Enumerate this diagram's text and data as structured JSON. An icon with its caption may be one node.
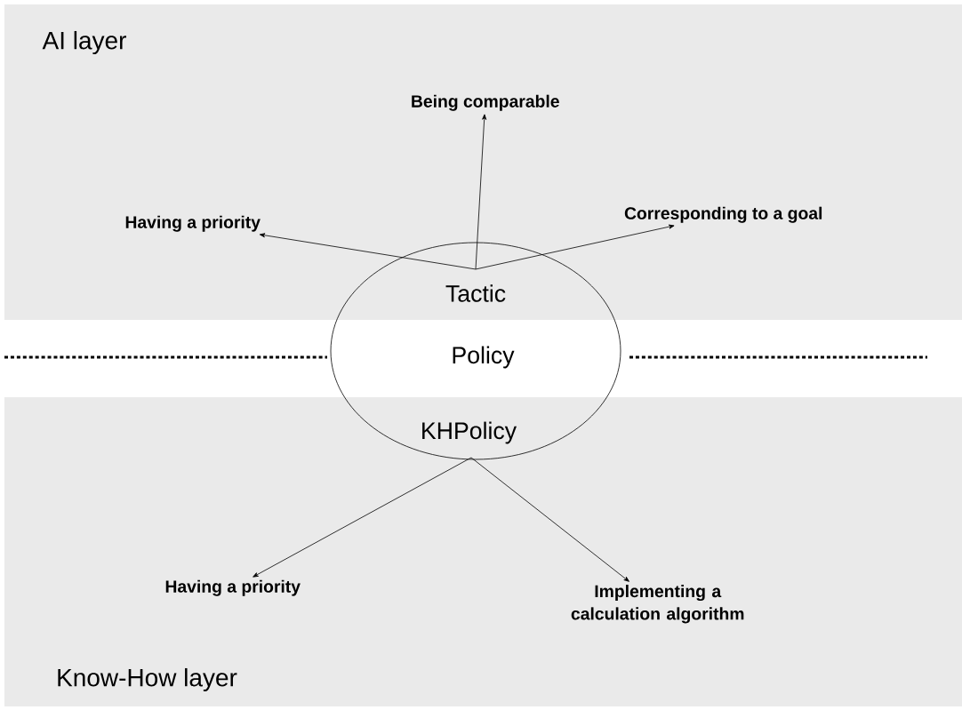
{
  "diagram": {
    "nodes": [
      {
        "text": [
          "AI layer"
        ]
      },
      {
        "text": [
          "Being comparable"
        ],
        "in": 0
      },
      {
        "text": [
          "Having a priority"
        ],
        "in": 0
      },
      {
        "text": [
          "Corresponding  to a goal"
        ],
        "in": 0
      },
      {
        "text": [
          "Tactic",
          "Policy",
          "KHPolicy"
        ]
      },
      {
        "text": [
          "Know-How layer"
        ]
      },
      {
        "text": [
          "Having a priority"
        ],
        "in": 5
      },
      {
        "text": [
          "Implementing a calculation algorithm"
        ],
        "in": 5
      }
    ],
    "edges": [
      {
        "from": 4,
        "to": 1,
        "arrow": "to"
      },
      {
        "from": 4,
        "to": 2,
        "arrow": "to"
      },
      {
        "from": 4,
        "to": 3,
        "arrow": "to"
      },
      {
        "from": 4,
        "to": 6,
        "arrow": "to"
      },
      {
        "from": 4,
        "to": 7,
        "arrow": "to"
      }
    ]
  }
}
